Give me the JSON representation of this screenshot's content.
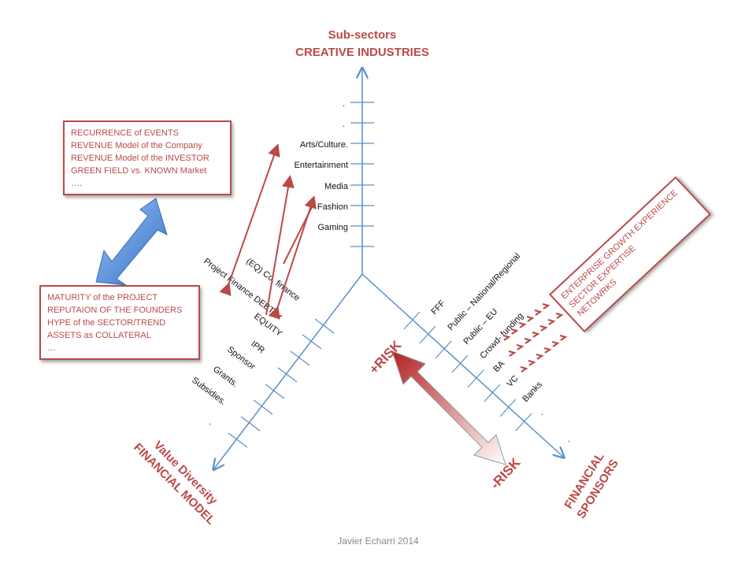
{
  "top_axis": {
    "line1": "Sub-sectors",
    "line2": "CREATIVE INDUSTRIES"
  },
  "sub_sectors": [
    ".",
    ".",
    "Arts/Culture.",
    "Entertainment",
    "Media",
    "Fashion",
    "Gaming"
  ],
  "left_axis": {
    "line1": "Value Diversity",
    "line2": "FINANCIAL MODEL"
  },
  "financial_models": [
    "(EQ) Co. finance",
    "Project Finance DEBT or",
    "EQUITY",
    "IPR",
    "Sponsor",
    "Grants.",
    "Subsidies.",
    "."
  ],
  "right_axis": {
    "line1": "FINANCIAL",
    "line2": "SPONSORS"
  },
  "financial_sponsors": [
    "FFF",
    "Public – National/Regional",
    "Public – EU",
    "Crowd- funding",
    "BA",
    "VC",
    "Banks",
    ".",
    "."
  ],
  "box_top_left": [
    "RECURRENCE of EVENTS",
    "REVENUE Model of the Company",
    "REVENUE Model of the INVESTOR",
    "GREEN FIELD vs. KNOWN Market",
    "…."
  ],
  "box_bottom_left": [
    "MATURITY of the PROJECT",
    "REPUTAION OF THE FOUNDERS",
    "HYPE of the SECTOR/TREND",
    "ASSETS as COLLATERAL",
    "…"
  ],
  "box_right": [
    "ENTERPRISE GROWTH EXPERIENCE",
    "SECTOR EXPERTISE",
    "NETOWRKS"
  ],
  "risk": {
    "plus": "+RISK",
    "minus": "-RISK"
  },
  "credit": "Javier Echarri 2014",
  "colors": {
    "axis": "#5b8fc7",
    "accent": "#b94a48",
    "double_arrow": "#4a86d4"
  }
}
